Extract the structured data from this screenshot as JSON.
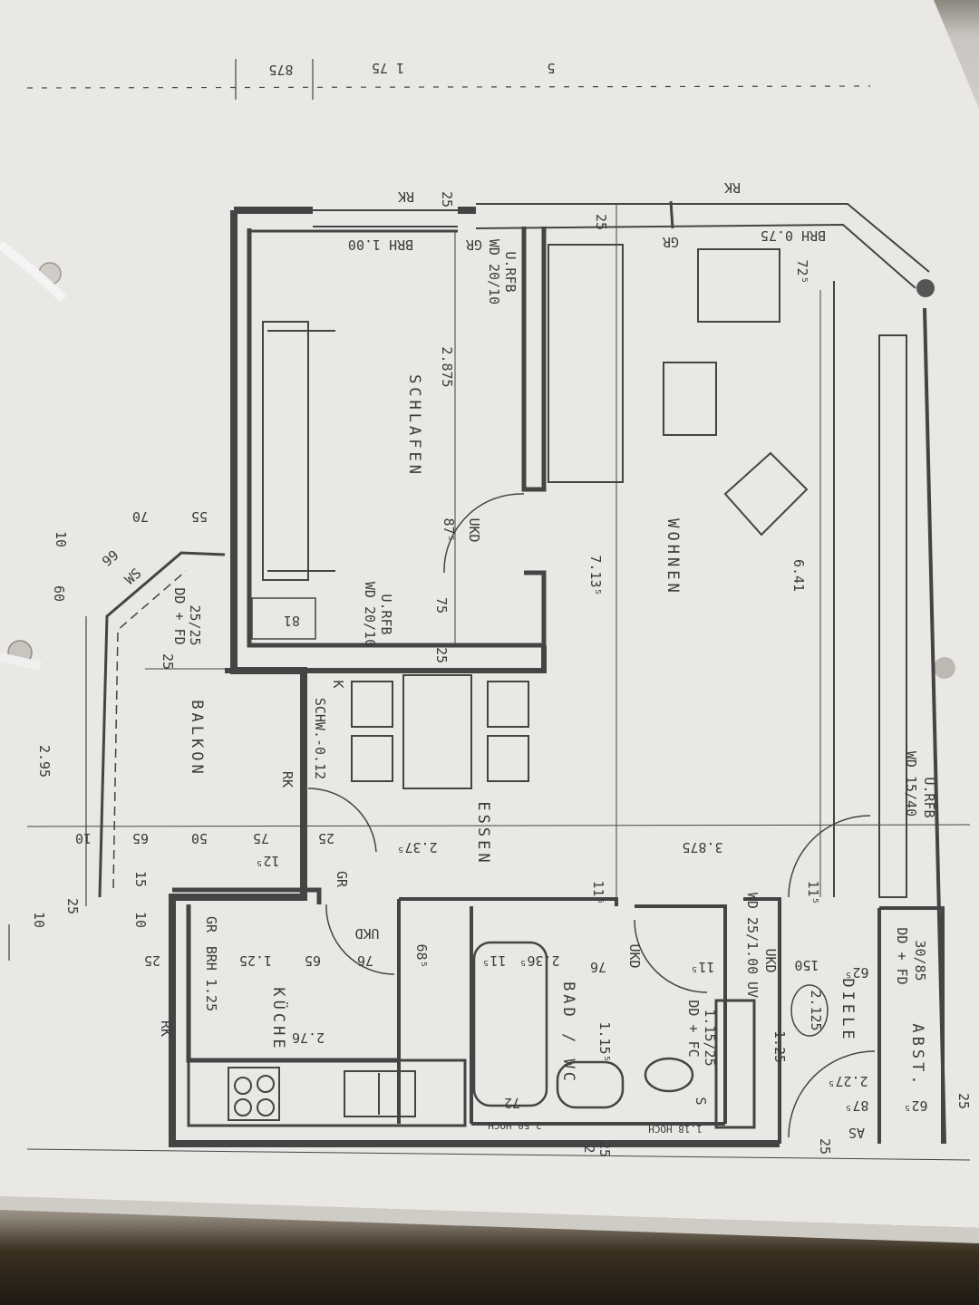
{
  "plan": {
    "rooms": {
      "schlafen": "SCHLAFEN",
      "wohnen": "WOHNEN",
      "essen": "ESSEN",
      "balkon": "BALKON",
      "kueche": "KÜCHE",
      "bad": "BAD / WC",
      "diele": "DIELE",
      "abst": "ABST."
    },
    "window_labels": {
      "rk": "RK",
      "gr": "GR",
      "brh_top": "BRH 1.00",
      "brh_wohnen": "BRH 0.75",
      "brh_kueche": "BRH 1.25",
      "ukd": "UKD"
    },
    "wall_labels": {
      "wd_schlafen_top": "WD 20/10",
      "rfb_schlafen_top": "U.RFB",
      "wd_schlafen_bot": "WD 20/10",
      "rfb_schlafen_bot": "U.RFB",
      "wd_wohnen": "WD 15/40",
      "rfb_wohnen": "U.RFB",
      "wd_bad": "WD 25/1.00",
      "uv": "UV",
      "dd_fd_abst": "DD + FD",
      "dd_fd_abst_size": "30/85",
      "dd_fd_balkon": "DD + FD",
      "dd_fd_balkon_size": "25/25",
      "dd_fc_bad": "DD + FC",
      "dd_fc_bad_size": "1.15/25",
      "schw": "SCHW.-0.12",
      "k": "K",
      "hoch_250": "2.50 HOCH",
      "hoch_118": "1.18 HOCH",
      "as": "AS"
    },
    "dimensions": {
      "d_875_top": "875",
      "d_175_top": "1 75",
      "d_5_top": "5",
      "d_2875": "2.875",
      "d_7135": "7.13⁵",
      "d_641": "6.41",
      "d_2375": "2.37⁵",
      "d_3875": "3.875",
      "d_295": "2.95",
      "d_276": "2.76",
      "d_125": "1.25",
      "d_236": "2.36⁵",
      "d_1155": "1.15⁵",
      "d_2125": "2.125",
      "d_875": "87⁵",
      "d_75": "75",
      "d_81": "81",
      "d_25": "25",
      "d_70": "70",
      "d_55": "55",
      "d_99": "99",
      "d_60": "60",
      "d_10": "10",
      "d_65": "65",
      "d_50": "50",
      "d_75b": "75",
      "d_125b": "12⁵",
      "d_15": "15",
      "d_76": "76",
      "d_685": "68⁵",
      "d_115": "11⁵",
      "d_150": "150",
      "d_625": "62⁵",
      "d_72": "72",
      "d_725": "72⁵",
      "d_2275": "2.27⁵",
      "d_2": "2",
      "d_s": "S",
      "d_ws": "WS"
    }
  }
}
